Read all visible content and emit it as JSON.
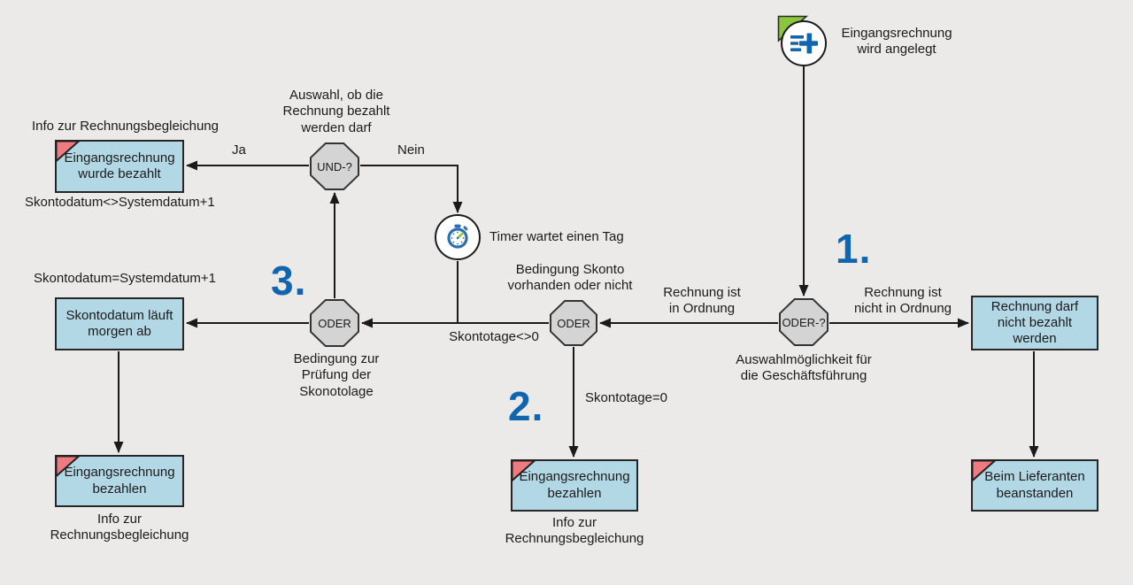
{
  "colors": {
    "background": "#ECEAE9",
    "box_fill": "#B3D8E5",
    "box_border": "#262626",
    "connector_fill": "#D4D4D4",
    "accent_blue": "#1065AF",
    "flag_red": "#EE7B80",
    "flag_green": "#8CC63E",
    "line": "#1a1a1a"
  },
  "start_event": {
    "label": "Eingangsrechnung\nwird angelegt"
  },
  "numbers": {
    "n1": "1.",
    "n2": "2.",
    "n3": "3."
  },
  "connectors": {
    "or_main": "ODER-?",
    "or_mid": "ODER",
    "or_left": "ODER",
    "and": "UND-?"
  },
  "boxes": {
    "paid": "Eingangsrechnung\nwurde bezahlt",
    "skonto_tomorrow": "Skontodatum läuft\nmorgen ab",
    "pay_left": "Eingangsrechnung\nbezahlen",
    "pay_mid": "Eingangsrechnung\nbezahlen",
    "not_pay": "Rechnung darf\nnicht bezahlt\nwerden",
    "complain": "Beim Lieferanten\nbeanstanden"
  },
  "labels": {
    "info_paid": "Info zur Rechnungsbegleichung",
    "skontodatum_ne": "Skontodatum<>Systemdatum+1",
    "skontodatum_eq": "Skontodatum=Systemdatum+1",
    "auswahl_ob": "Auswahl, ob die\nRechnung bezahlt\nwerden darf",
    "ja": "Ja",
    "nein": "Nein",
    "timer": "Timer wartet einen Tag",
    "bedingung_skonto": "Bedingung Skonto\nvorhanden oder nicht",
    "skontotage_ne": "Skontotage<>0",
    "skontotage_eq": "Skontotage=0",
    "bedingung_pruefung": "Bedingung zur\nPrüfung der\nSkonotolage",
    "rechnung_ok": "Rechnung ist\nin Ordnung",
    "rechnung_not_ok": "Rechnung ist\nnicht in Ordnung",
    "auswahl_gf": "Auswahlmöglichkeit für\ndie Geschäftsführung",
    "info_pay_left": "Info zur\nRechnungsbegleichung",
    "info_pay_mid": "Info zur\nRechnungsbegleichung"
  }
}
